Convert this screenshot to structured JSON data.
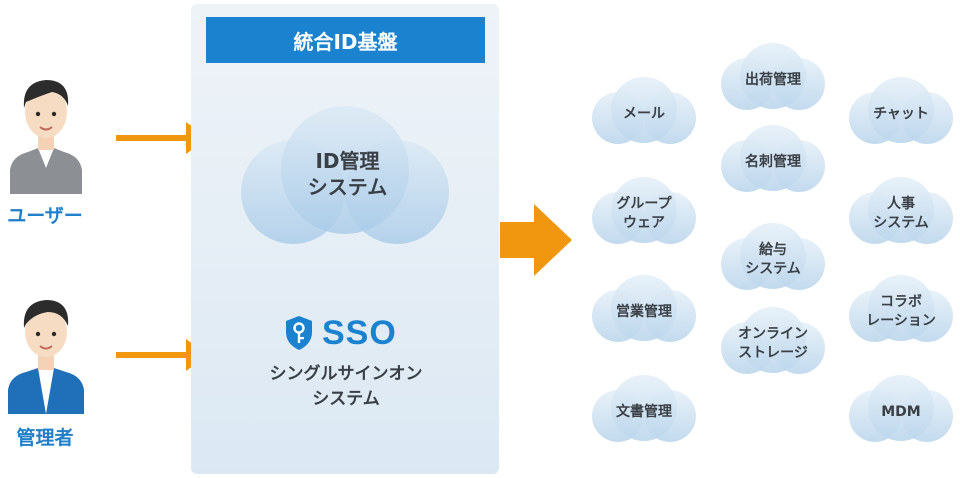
{
  "people": {
    "user_label": "ユーザー",
    "admin_label": "管理者"
  },
  "platform": {
    "title": "統合ID基盤",
    "id_system": [
      "ID管理",
      "システム"
    ],
    "sso_logo": "SSO",
    "sso_system": [
      "シングルサインオン",
      "システム"
    ]
  },
  "services": [
    {
      "label": "出荷管理"
    },
    {
      "label": "メール"
    },
    {
      "label": "チャット"
    },
    {
      "label": "名刺管理"
    },
    {
      "label": "グループ\nウェア"
    },
    {
      "label": "人事\nシステム"
    },
    {
      "label": "給与\nシステム"
    },
    {
      "label": "営業管理"
    },
    {
      "label": "コラボ\nレーション"
    },
    {
      "label": "オンライン\nストレージ"
    },
    {
      "label": "文書管理"
    },
    {
      "label": "MDM"
    }
  ],
  "colors": {
    "accent_blue": "#1b82cf",
    "arrow_orange": "#f0960f",
    "cloud_blue": "#cfe3f3"
  }
}
